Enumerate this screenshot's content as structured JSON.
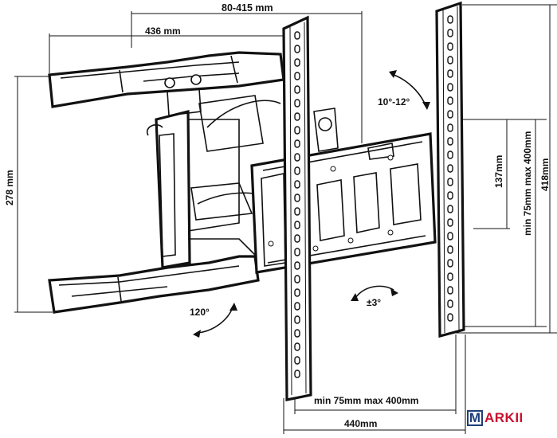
{
  "labels": {
    "arm_extension": "80-415 mm",
    "arm_depth": "436 mm",
    "height_left": "278 mm",
    "tilt": "10°-12°",
    "swivel": "120°",
    "rotation": "±3°",
    "vesa_vertical_spacing": "137mm",
    "vesa_vertical_range": "min 75mm max 400mm",
    "plate_height": "418mm",
    "vesa_horizontal_range": "min 75mm max 400mm",
    "plate_width": "440mm"
  },
  "logo": {
    "box_letter": "M",
    "text": "ARKII",
    "colors": {
      "box": "#1d3f7a",
      "text": "#c8102e"
    }
  }
}
